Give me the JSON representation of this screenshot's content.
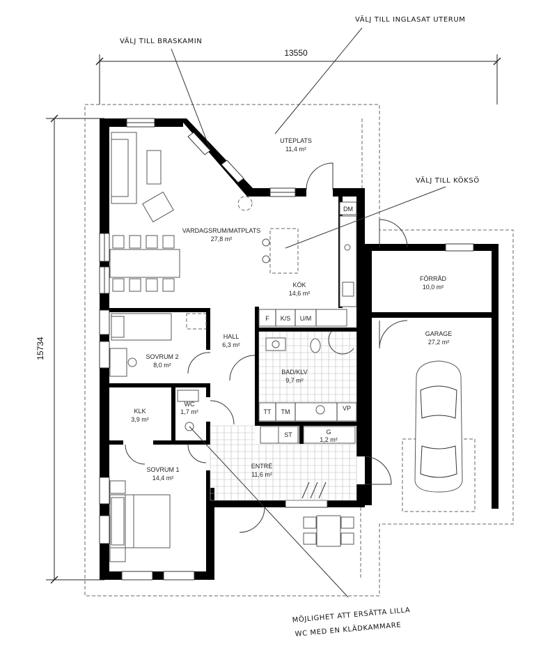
{
  "dimensions": {
    "width": "13550",
    "height": "15734"
  },
  "notes": {
    "braskamin": "VÄLJ TILL BRASKAMIN",
    "uterum": "VÄLJ TILL INGLASAT UTERUM",
    "kokso": "VÄLJ TILL KÖKSÖ",
    "wc_line1": "MÖJLIGHET ATT ERSÄTTA LILLA",
    "wc_line2": "WC MED EN KLÄDKAMMARE"
  },
  "rooms": {
    "uteplats": {
      "name": "UTEPLATS",
      "area": "11,4 m²"
    },
    "vardagsrum": {
      "name": "VARDAGSRUM/MATPLATS",
      "area": "27,8 m²"
    },
    "kok": {
      "name": "KÖK",
      "area": "14,6 m²"
    },
    "forrad": {
      "name": "FÖRRÅD",
      "area": "10,0 m²"
    },
    "garage": {
      "name": "GARAGE",
      "area": "27,2 m²"
    },
    "hall": {
      "name": "HALL",
      "area": "6,3 m²"
    },
    "sovrum2": {
      "name": "SOVRUM 2",
      "area": "8,0 m²"
    },
    "badklv": {
      "name": "BAD/KLV",
      "area": "9,7 m²"
    },
    "wc": {
      "name": "WC",
      "area": "1,7 m²"
    },
    "klk": {
      "name": "KLK",
      "area": "3,9 m²"
    },
    "g": {
      "name": "G",
      "area": "1,2 m²"
    },
    "sovrum1": {
      "name": "SOVRUM 1",
      "area": "14,4 m²"
    },
    "entre": {
      "name": "ENTRÉ",
      "area": "11,6 m²"
    }
  },
  "fixtures": {
    "dm": "DM",
    "f": "F",
    "ks": "K/S",
    "um": "U/M",
    "tt": "TT",
    "tm": "TM",
    "vp": "VP",
    "st": "ST"
  }
}
